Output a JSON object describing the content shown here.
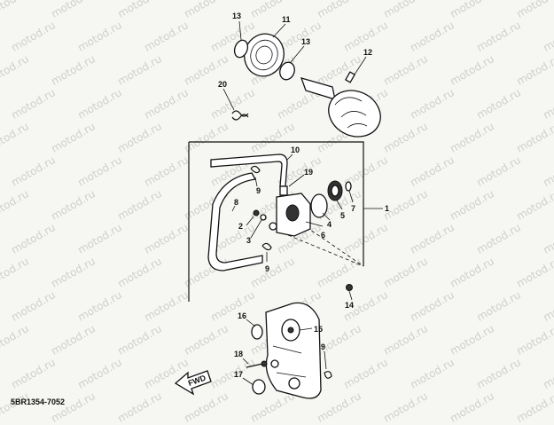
{
  "watermark": "motod.ru",
  "diagram_code": "5BR1354-7052",
  "fwd_label": "FWD",
  "callouts": [
    {
      "id": "c13a",
      "text": "13"
    },
    {
      "id": "c11",
      "text": "11"
    },
    {
      "id": "c13b",
      "text": "13"
    },
    {
      "id": "c12",
      "text": "12"
    },
    {
      "id": "c20",
      "text": "20"
    },
    {
      "id": "c10",
      "text": "10"
    },
    {
      "id": "c19",
      "text": "19"
    },
    {
      "id": "c9a",
      "text": "9"
    },
    {
      "id": "c8",
      "text": "8"
    },
    {
      "id": "c7",
      "text": "7"
    },
    {
      "id": "c1",
      "text": "1"
    },
    {
      "id": "c5",
      "text": "5"
    },
    {
      "id": "c4",
      "text": "4"
    },
    {
      "id": "c2",
      "text": "2"
    },
    {
      "id": "c3",
      "text": "3"
    },
    {
      "id": "c6",
      "text": "6"
    },
    {
      "id": "c9b",
      "text": "9"
    },
    {
      "id": "c14",
      "text": "14"
    },
    {
      "id": "c16",
      "text": "16"
    },
    {
      "id": "c15",
      "text": "15"
    },
    {
      "id": "c9c",
      "text": "9"
    },
    {
      "id": "c18",
      "text": "18"
    },
    {
      "id": "c17",
      "text": "17"
    }
  ]
}
